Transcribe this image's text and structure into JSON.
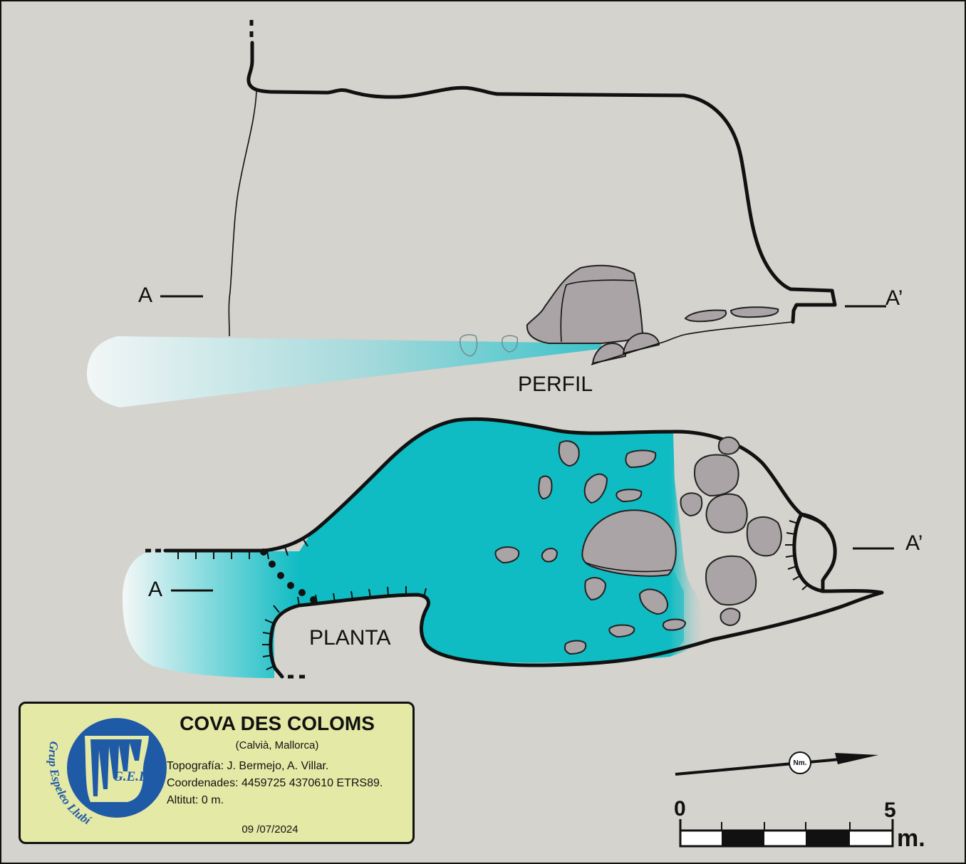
{
  "labels": {
    "a_profile": "A",
    "a_prime_profile": "A’",
    "a_plan": "A",
    "a_prime_plan": "A’",
    "perfil": "PERFIL",
    "planta": "PLANTA"
  },
  "legend": {
    "logo_arc_text": "Grup Espeleo Llubí",
    "logo_text": "G.E.LL.",
    "title": "COVA DES COLOMS",
    "subtitle": "(Calvià, Mallorca)",
    "topography": "Topografía: J. Bermejo, A. Villar.",
    "coordinates": "Coordenades: 4459725 4370610 ETRS89.",
    "altitude": "Altitut: 0 m.",
    "date": "09 /07/2024"
  },
  "north": {
    "label": "Nm."
  },
  "scale": {
    "start": "0",
    "end": "5",
    "unit": "m."
  },
  "colors": {
    "background": "#d4d3cd",
    "water": "#0fbcc3",
    "rock": "#aaa4a6",
    "legend_bg": "#e4e9a6",
    "logo_blue": "#1f5aa6"
  }
}
